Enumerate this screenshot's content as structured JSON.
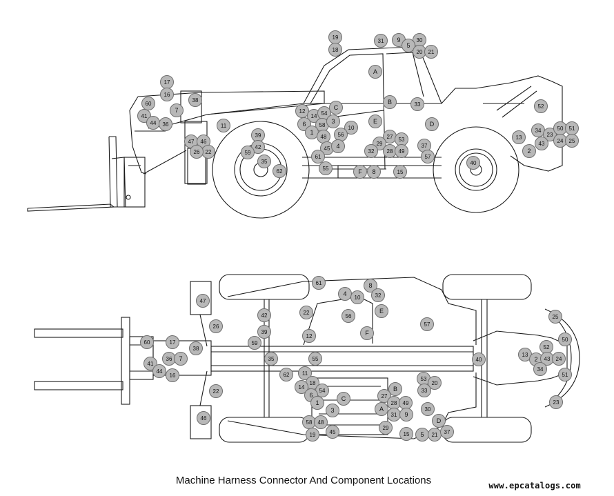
{
  "caption": "Machine Harness Connector And Component Locations",
  "watermark": "www.epcatalogs.com",
  "colors": {
    "marker_fill": "#b8b8b8",
    "marker_stroke": "#6e6e6e",
    "line": "#1a1a1a"
  },
  "side_view_labels": [
    "19",
    "18",
    "31",
    "9",
    "30",
    "5",
    "20",
    "21",
    "A",
    "17",
    "16",
    "38",
    "60",
    "7",
    "41",
    "44",
    "36",
    "11",
    "12",
    "14",
    "54",
    "C",
    "B",
    "33",
    "52",
    "6",
    "58",
    "3",
    "E",
    "D",
    "10",
    "1",
    "48",
    "56",
    "34",
    "23",
    "50",
    "51",
    "13",
    "24",
    "25",
    "43",
    "2",
    "39",
    "47",
    "46",
    "42",
    "45",
    "4",
    "27",
    "53",
    "29",
    "37",
    "22",
    "26",
    "59",
    "61",
    "28",
    "49",
    "35",
    "32",
    "57",
    "40",
    "55",
    "F",
    "8",
    "15",
    "62"
  ],
  "top_view_labels": [
    "61",
    "8",
    "47",
    "4",
    "10",
    "32",
    "26",
    "22",
    "42",
    "56",
    "E",
    "57",
    "25",
    "39",
    "F",
    "12",
    "50",
    "52",
    "59",
    "60",
    "17",
    "38",
    "36",
    "41",
    "7",
    "35",
    "55",
    "40",
    "13",
    "2",
    "43",
    "24",
    "44",
    "16",
    "62",
    "11",
    "34",
    "51",
    "53",
    "18",
    "B",
    "20",
    "14",
    "54",
    "27",
    "33",
    "6",
    "C",
    "28",
    "49",
    "23",
    "1",
    "3",
    "A",
    "22",
    "31",
    "9",
    "30",
    "D",
    "46",
    "58",
    "48",
    "45",
    "29",
    "19",
    "15",
    "5",
    "21",
    "37"
  ]
}
